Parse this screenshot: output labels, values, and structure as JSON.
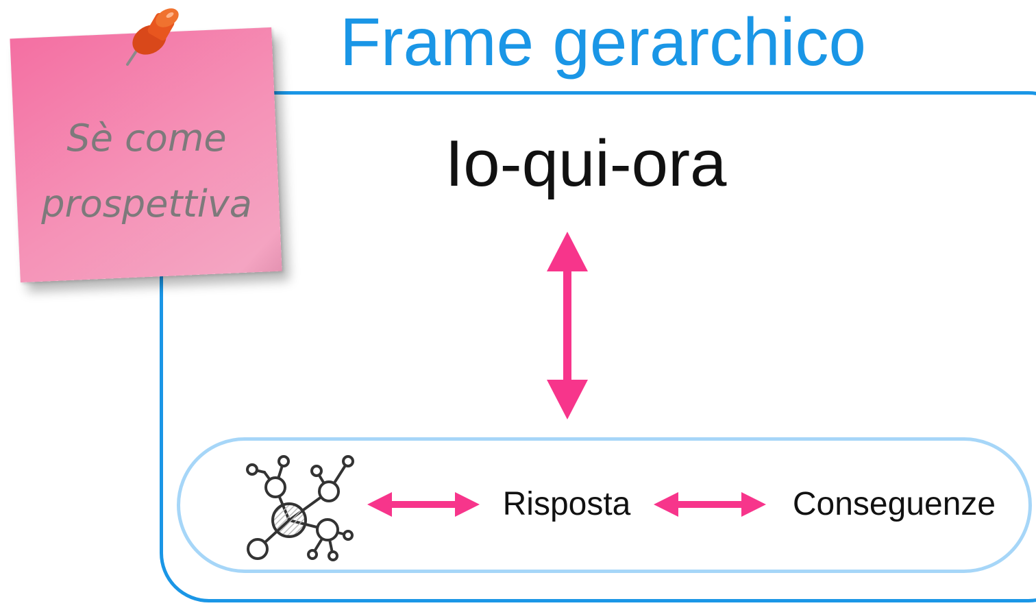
{
  "title": "Frame gerarchico",
  "main_label": "Io-qui-ora",
  "sticky_note": {
    "line1": "Sè come",
    "line2": "prospettiva",
    "icon": "pushpin-icon"
  },
  "bottom_row": {
    "icon": "network-icon",
    "response_label": "Risposta",
    "consequences_label": "Conseguenze"
  },
  "colors": {
    "title_blue": "#1a96e6",
    "outer_frame": "#1a96e6",
    "inner_frame": "#a6d6f8",
    "arrow_pink": "#f7358b",
    "sticky_pink": "#f592b7",
    "pin_orange": "#e8561f",
    "text_dark": "#111111",
    "sticky_text": "#7d7a7b"
  }
}
